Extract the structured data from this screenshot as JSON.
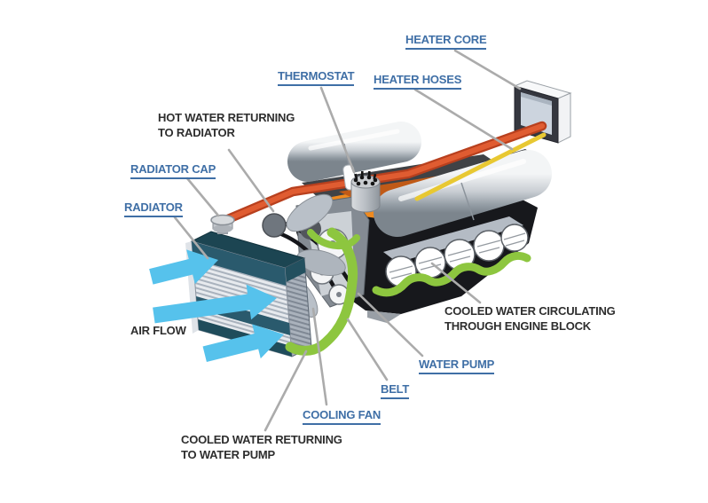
{
  "figure": {
    "title": "Engine cooling system cutaway diagram",
    "background": "#ffffff"
  },
  "labels": {
    "heater_core": "HEATER CORE",
    "thermostat": "THERMOSTAT",
    "heater_hoses": "HEATER HOSES",
    "hot_water_returning": "HOT WATER RETURNING\nTO RADIATOR",
    "radiator_cap": "RADIATOR CAP",
    "radiator": "RADIATOR",
    "air_flow": "AIR FLOW",
    "cooled_water_circulating": "COOLED WATER CIRCULATING\nTHROUGH ENGINE BLOCK",
    "water_pump": "WATER PUMP",
    "belt": "BELT",
    "cooling_fan": "COOLING FAN",
    "cooled_water_returning": "COOLED WATER RETURNING\nTO WATER PUMP"
  },
  "colors": {
    "label_blue": "#3f6fa6",
    "label_dark": "#2e2e2e",
    "leader_gray": "#ababab",
    "hose_red": "#d44a24",
    "hose_yellow": "#e8c832",
    "coolant_green": "#8dc63f",
    "airflow_blue": "#56c2ec",
    "radiator_teal": "#275663",
    "engine_black": "#17181c",
    "hot_orange": "#ef8a1f"
  }
}
